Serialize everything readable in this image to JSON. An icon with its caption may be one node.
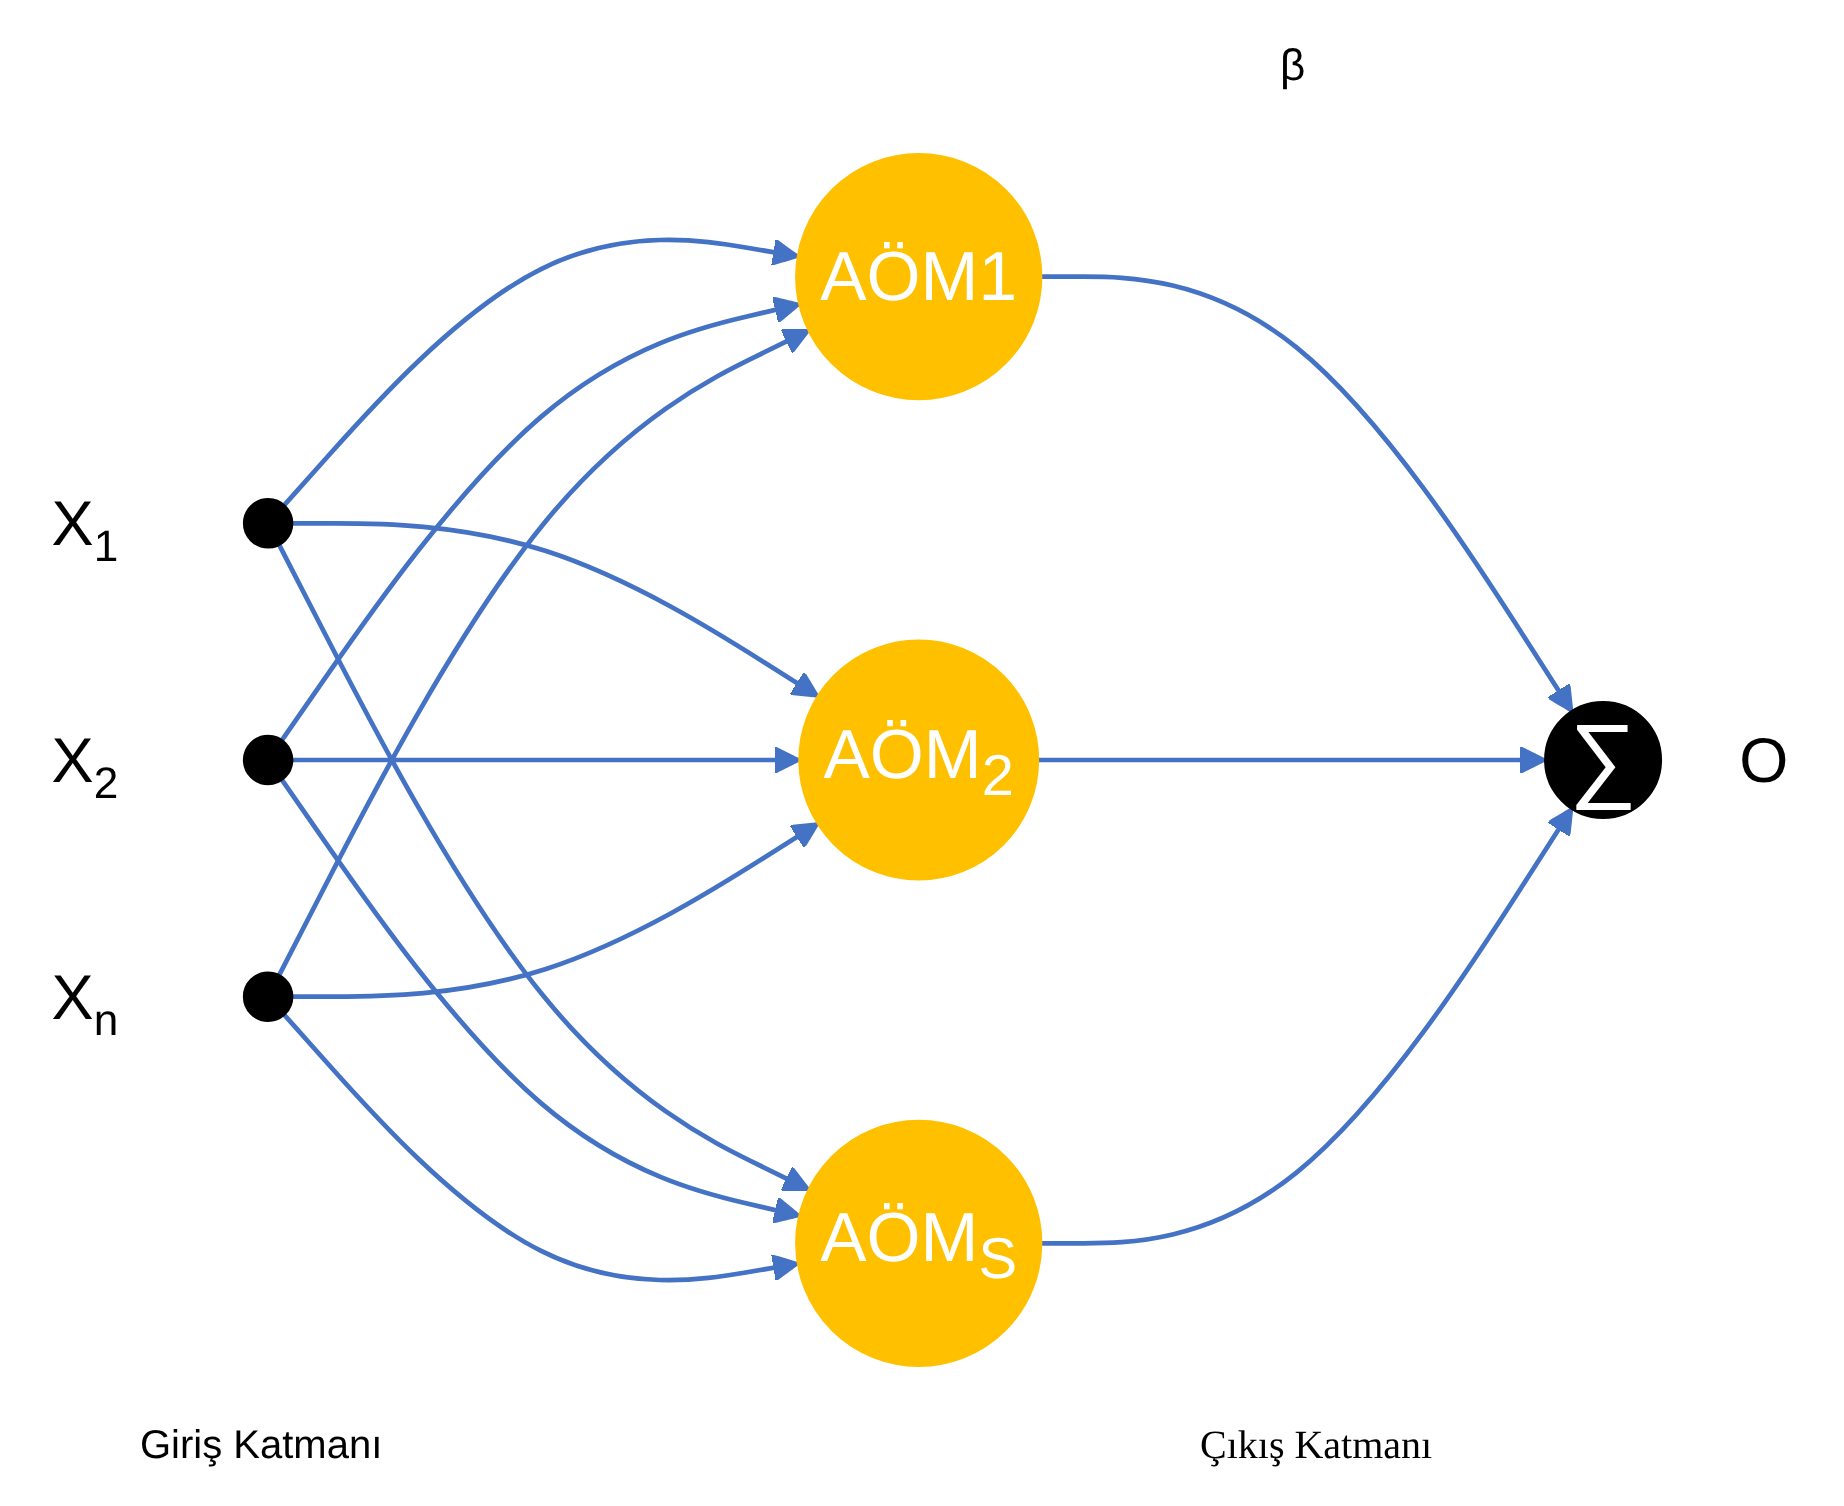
{
  "diagram": {
    "nodes": [
      {
        "text": [],
        "shape": "circle",
        "beside": [
          "X$_{1}$"
        ]
      },
      {
        "text": [],
        "shape": "circle",
        "beside": [
          "X$_{2}$"
        ]
      },
      {
        "text": [],
        "shape": "circle",
        "beside": [
          "X$_{n}$"
        ]
      },
      {
        "text": [
          "AÖM1"
        ]
      },
      {
        "text": [
          "AÖM$_{2}$"
        ]
      },
      {
        "text": [
          "AÖM$_{S}$"
        ]
      },
      {
        "text": [
          "∑"
        ],
        "beside": [
          "O"
        ]
      }
    ],
    "edges": [
      {
        "from": 0,
        "to": 3,
        "arrow": "to"
      },
      {
        "from": 0,
        "to": 4,
        "arrow": "to"
      },
      {
        "from": 0,
        "to": 5,
        "arrow": "to"
      },
      {
        "from": 1,
        "to": 3,
        "arrow": "to"
      },
      {
        "from": 1,
        "to": 4,
        "arrow": "to"
      },
      {
        "from": 1,
        "to": 5,
        "arrow": "to"
      },
      {
        "from": 2,
        "to": 3,
        "arrow": "to"
      },
      {
        "from": 2,
        "to": 4,
        "arrow": "to"
      },
      {
        "from": 2,
        "to": 5,
        "arrow": "to"
      },
      {
        "from": 3,
        "to": 6,
        "arrow": "to"
      },
      {
        "from": 4,
        "to": 6,
        "arrow": "to"
      },
      {
        "from": 5,
        "to": 6,
        "arrow": "to"
      }
    ],
    "labels": [
      "β",
      "Giriş Katmanı",
      "Çıkış Katmanı"
    ]
  }
}
